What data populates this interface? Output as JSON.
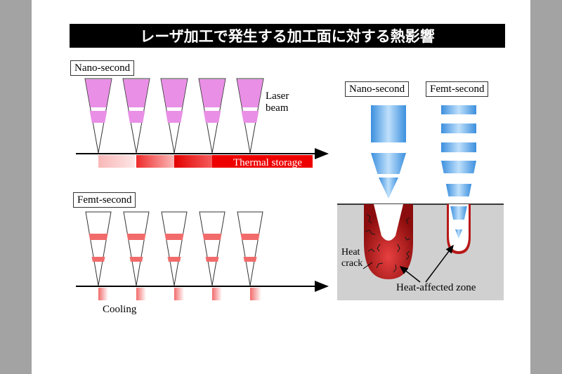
{
  "title": "レーザ加工で発生する加工面に対する熱影響",
  "left": {
    "nano_label": "Nano-second",
    "laser_beam_line1": "Laser",
    "laser_beam_line2": "beam",
    "thermal_storage": "Thermal storage",
    "femt_label": "Femt-second",
    "cooling": "Cooling"
  },
  "right": {
    "nano_label": "Nano-second",
    "femt_label": "Femt-second",
    "heat_crack_line1": "Heat",
    "heat_crack_line2": "crack",
    "heat_affected_zone": "Heat-affected zone"
  },
  "colors": {
    "nano_beam": "#e98fe6",
    "femt_band": "#f26b6b",
    "thermal_red": "#ee0000",
    "zone_red": "#9b1212",
    "surface_gray": "#d0d0d0",
    "beam_blue": "#4aa3e8"
  }
}
